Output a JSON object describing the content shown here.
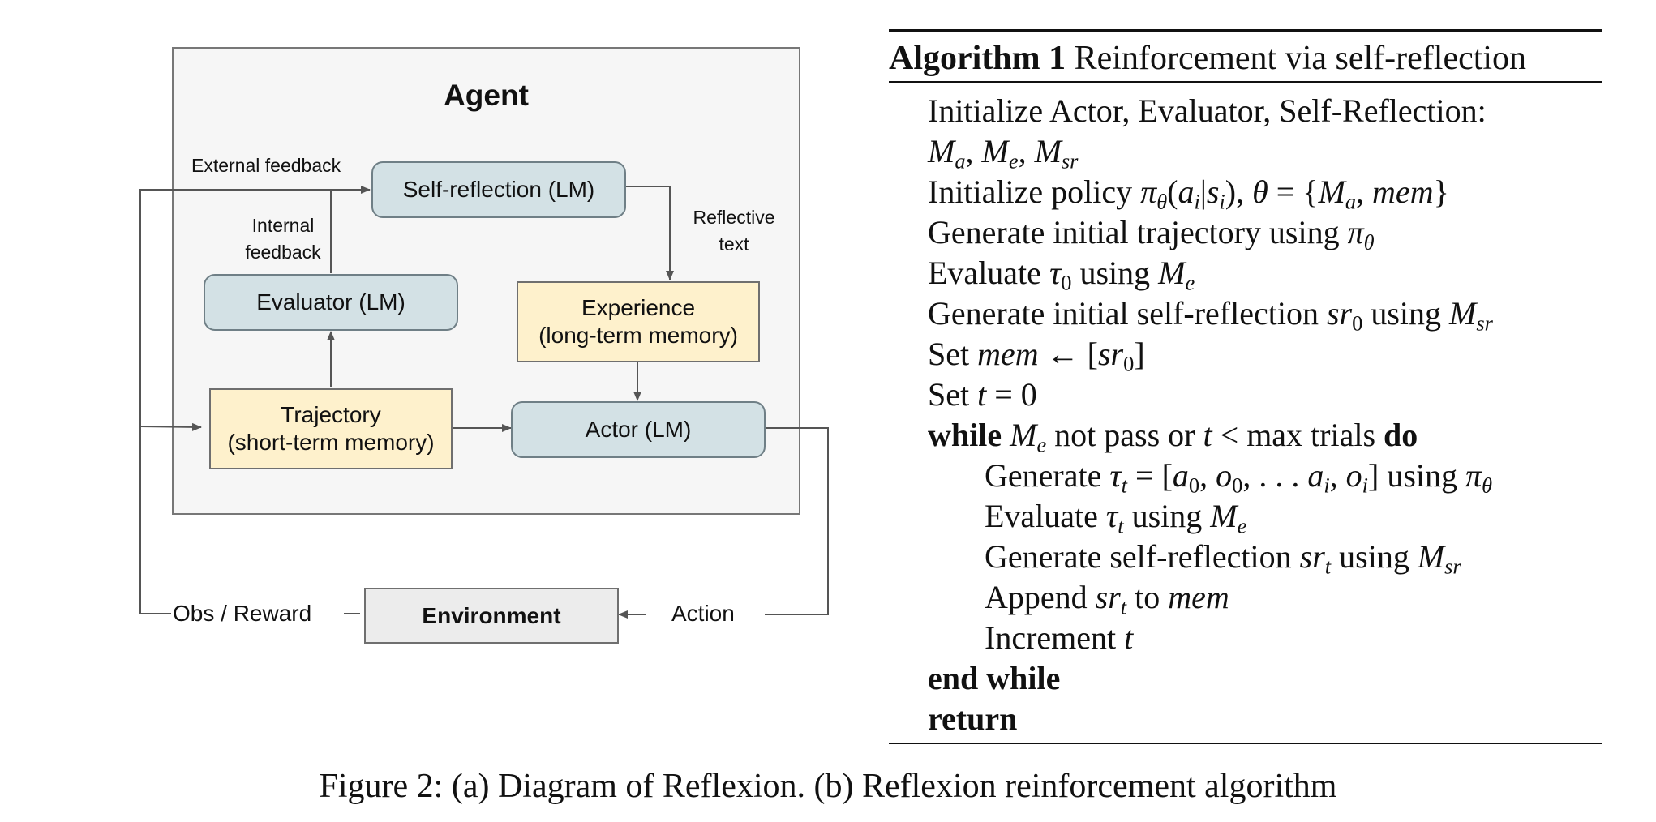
{
  "diagram": {
    "agent_title": "Agent",
    "nodes": {
      "self_reflection": "Self-reflection (LM)",
      "evaluator": "Evaluator (LM)",
      "experience_line1": "Experience",
      "experience_line2": "(long-term memory)",
      "trajectory_line1": "Trajectory",
      "trajectory_line2": "(short-term memory)",
      "actor": "Actor (LM)",
      "environment": "Environment"
    },
    "labels": {
      "external_feedback": "External feedback",
      "internal_feedback_line1": "Internal",
      "internal_feedback_line2": "feedback",
      "reflective_text_line1": "Reflective",
      "reflective_text_line2": "text",
      "obs_reward": "Obs / Reward",
      "action": "Action"
    }
  },
  "algorithm": {
    "label": "Algorithm 1",
    "title": "Reinforcement via self-reflection",
    "keywords": {
      "while": "while",
      "do": "do",
      "end_while": "end while",
      "return": "return"
    },
    "words": {
      "l1": "Initialize Actor, Evaluator, Self-Reflection:",
      "l3": "Initialize policy",
      "l4": "Generate initial trajectory using",
      "l5a": "Evaluate",
      "l5b": "using",
      "l6a": "Generate initial self-reflection",
      "l6b": "using",
      "l7": "Set",
      "l8": "Set",
      "l9a": "not pass or",
      "l9b": "max trials",
      "l10a": "Generate",
      "l10b": "using",
      "l11a": "Evaluate",
      "l11b": "using",
      "l12a": "Generate self-reflection",
      "l12b": "using",
      "l13a": "Append",
      "l13b": "to",
      "l14": "Increment"
    }
  },
  "caption": "Figure 2: (a) Diagram of Reflexion. (b) Reflexion reinforcement algorithm"
}
